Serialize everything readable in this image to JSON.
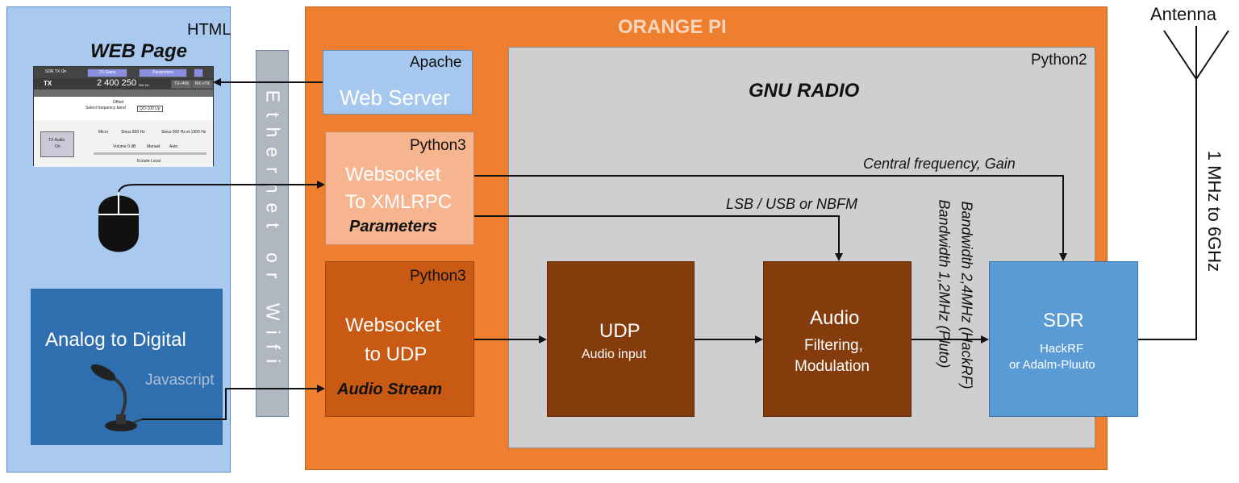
{
  "html_panel": {
    "tag": "HTML",
    "title": "WEB Page"
  },
  "webpage_mock": {
    "sdr_tx_on": "SDR TX On",
    "tx_gains": "TX Gains",
    "parameters": "Parameters",
    "tx": "TX",
    "frequency": "2 400 250",
    "freq_unit": "000 Hz",
    "tx_rx": "TX->RX",
    "rx_tx": "RX->TX",
    "offset": "Offset",
    "select_band": "Select frequency band",
    "band_value": "QO-100 Up",
    "tx_audio": "TX Audio",
    "tx_audio_state": "On",
    "micro": "Micro",
    "sinus800": "Sinus 800 Hz",
    "sinus500": "Sinus 500 Hz et 1900 Hz",
    "volume": "Volume 0 dB",
    "manuel": "Manuel",
    "auto": "Auto",
    "ecoute": "Ecoute Local"
  },
  "adc": {
    "title": "Analog to Digital",
    "sub": "Javascript"
  },
  "ethernet": "Ethernet or Wifi",
  "orange_pi": {
    "title": "ORANGE PI"
  },
  "apache": {
    "tag": "Apache",
    "label": "Web Server"
  },
  "ws_xmlrpc": {
    "tag": "Python3",
    "line1": "Websocket",
    "line2": "To XMLRPC",
    "line3": "Parameters"
  },
  "ws_udp": {
    "tag": "Python3",
    "line1": "Websocket",
    "line2": "to UDP",
    "line3": "Audio Stream"
  },
  "gnu": {
    "tag": "Python2",
    "title": "GNU RADIO"
  },
  "udp": {
    "title": "UDP",
    "sub": "Audio input"
  },
  "audio": {
    "title": "Audio",
    "line2": "Filtering,",
    "line3": "Modulation"
  },
  "sdr": {
    "title": "SDR",
    "line2": "HackRF",
    "line3": "or Adalm-Pluuto"
  },
  "labels": {
    "central": "Central frequency, Gain",
    "lsb": "LSB / USB or NBFM",
    "bw1": "Bandwidth  2,4MHz (HackRF)",
    "bw2": "Bandwidth  1,2MHz (Pluto)",
    "range": "1 MHz to 6GHz"
  },
  "antenna": "Antenna"
}
